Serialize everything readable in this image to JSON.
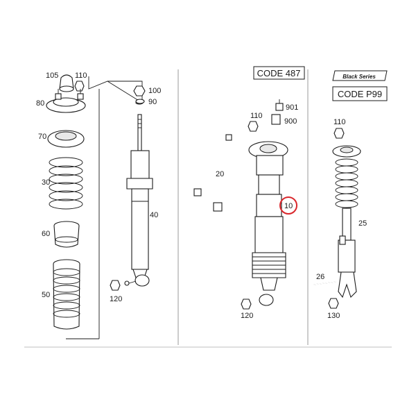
{
  "panels": {
    "code_487": "CODE 487",
    "black_series": "Black Series",
    "code_p99": "CODE P99"
  },
  "left_group": {
    "labels": [
      "105",
      "110",
      "80",
      "70",
      "30",
      "60",
      "50",
      "100",
      "90",
      "40",
      "120"
    ]
  },
  "middle_group": {
    "labels": [
      "901",
      "110",
      "900",
      "20",
      "10",
      "120"
    ],
    "highlighted_label": "10",
    "highlight_color": "#d9262b"
  },
  "right_group": {
    "labels": [
      "110",
      "25",
      "26",
      "130"
    ]
  }
}
